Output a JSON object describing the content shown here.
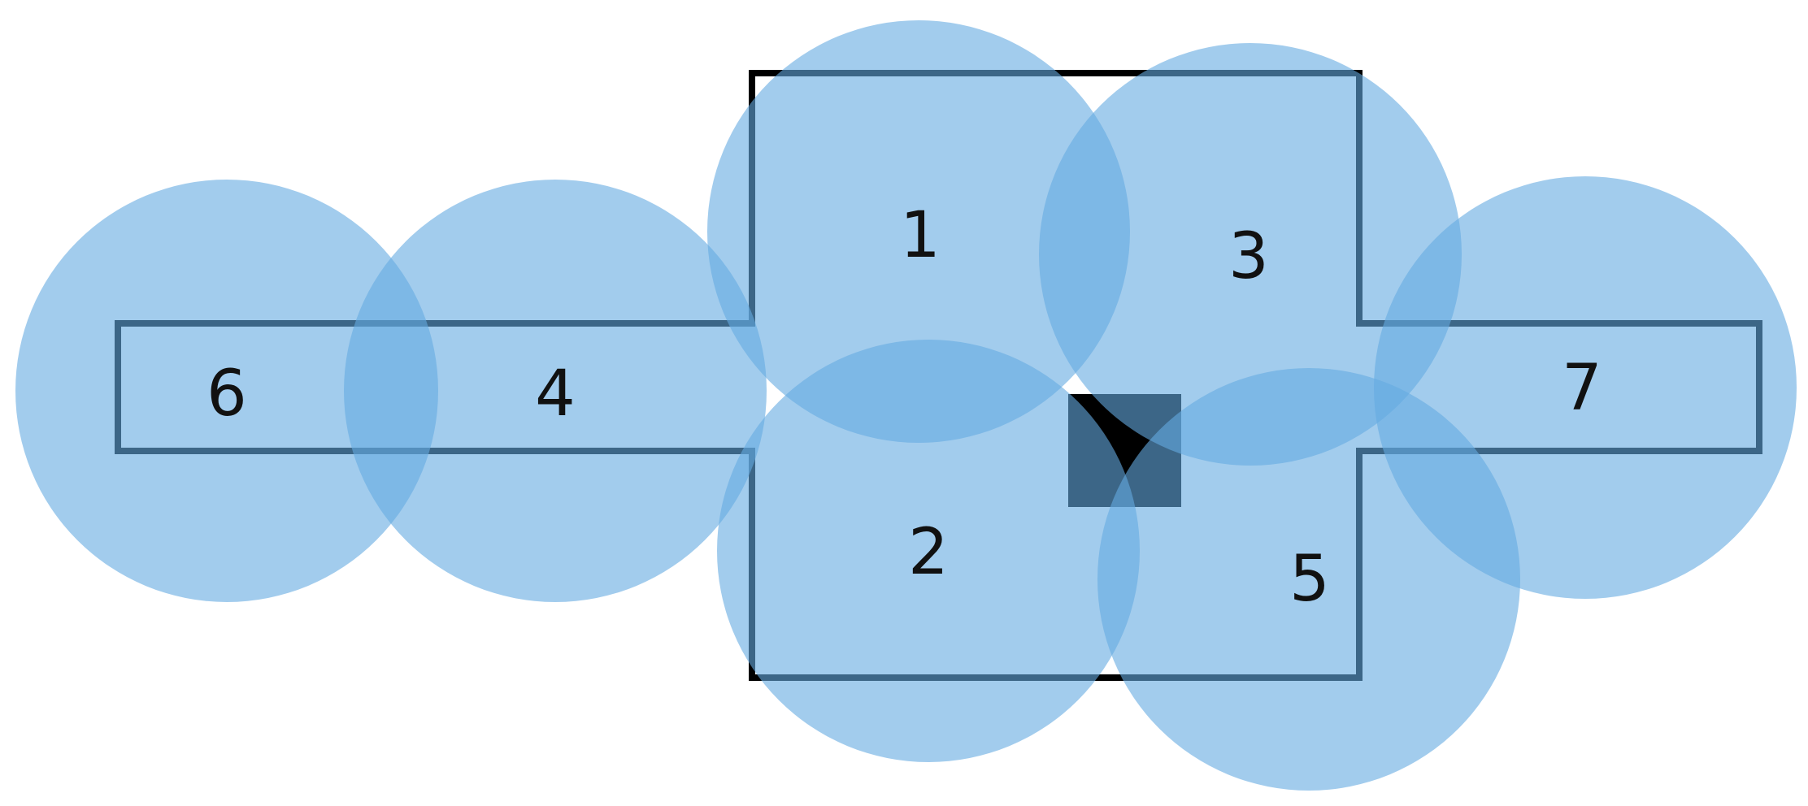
{
  "diagram": {
    "labels": [
      "1",
      "2",
      "3",
      "4",
      "5",
      "6",
      "7"
    ]
  },
  "colors": {
    "coverage": "#64AAE1",
    "outline": "#000000",
    "obstacle": "#000000",
    "background": "#FFFFFF"
  }
}
